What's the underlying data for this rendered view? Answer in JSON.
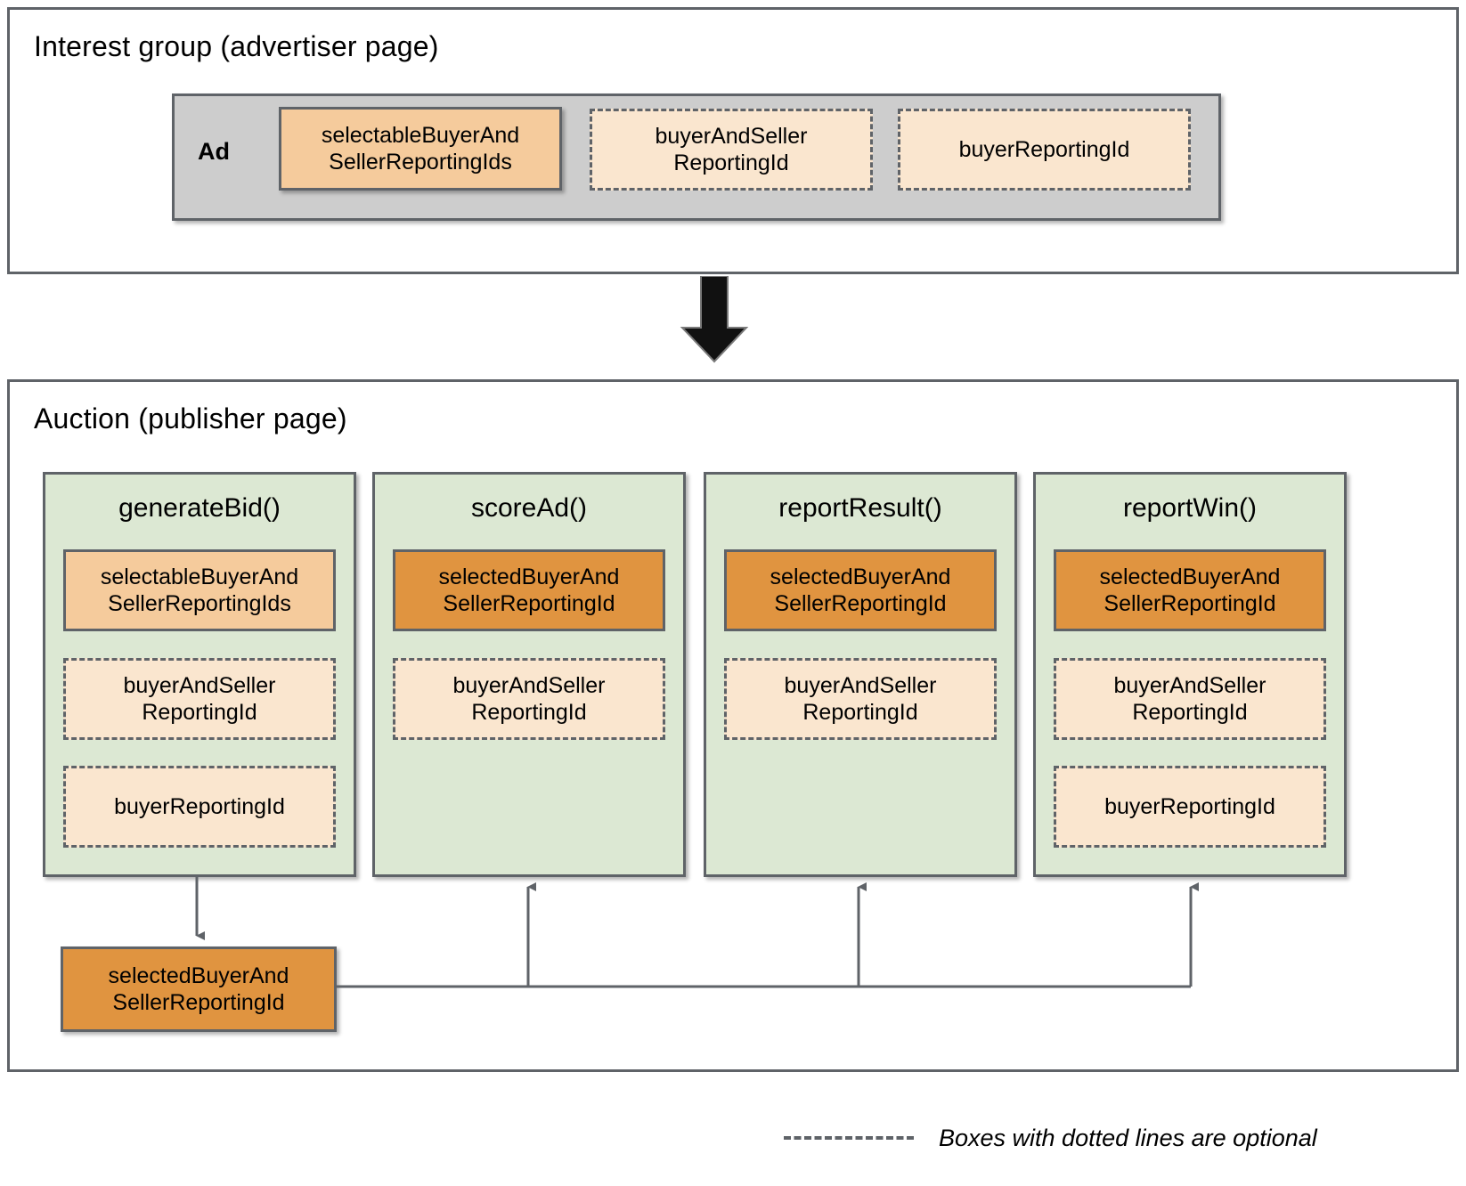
{
  "sections": {
    "interest_group": {
      "title": "Interest group (advertiser page)",
      "ad_label": "Ad",
      "boxes": [
        {
          "label": "selectableBuyerAndSellerReportingIds",
          "line1": "selectableBuyerAnd",
          "line2": "SellerReportingIds",
          "style": "solid",
          "fill": "mid-orange"
        },
        {
          "label": "buyerAndSellerReportingId",
          "line1": "buyerAndSeller",
          "line2": "ReportingId",
          "style": "dashed",
          "fill": "pale-orange"
        },
        {
          "label": "buyerReportingId",
          "line1": "buyerReportingId",
          "line2": "",
          "style": "dashed",
          "fill": "pale-orange"
        }
      ]
    },
    "auction": {
      "title": "Auction (publisher page)",
      "columns": [
        {
          "title": "generateBid()",
          "boxes": [
            {
              "line1": "selectableBuyerAnd",
              "line2": "SellerReportingIds",
              "style": "solid",
              "fill": "mid-orange"
            },
            {
              "line1": "buyerAndSeller",
              "line2": "ReportingId",
              "style": "dashed",
              "fill": "pale-orange"
            },
            {
              "line1": "buyerReportingId",
              "line2": "",
              "style": "dashed",
              "fill": "pale-orange"
            }
          ]
        },
        {
          "title": "scoreAd()",
          "boxes": [
            {
              "line1": "selectedBuyerAnd",
              "line2": "SellerReportingId",
              "style": "solid",
              "fill": "dark-orange"
            },
            {
              "line1": "buyerAndSeller",
              "line2": "ReportingId",
              "style": "dashed",
              "fill": "pale-orange"
            }
          ]
        },
        {
          "title": "reportResult()",
          "boxes": [
            {
              "line1": "selectedBuyerAnd",
              "line2": "SellerReportingId",
              "style": "solid",
              "fill": "dark-orange"
            },
            {
              "line1": "buyerAndSeller",
              "line2": "ReportingId",
              "style": "dashed",
              "fill": "pale-orange"
            }
          ]
        },
        {
          "title": "reportWin()",
          "boxes": [
            {
              "line1": "selectedBuyerAnd",
              "line2": "SellerReportingId",
              "style": "solid",
              "fill": "dark-orange"
            },
            {
              "line1": "buyerAndSeller",
              "line2": "ReportingId",
              "style": "dashed",
              "fill": "pale-orange"
            },
            {
              "line1": "buyerReportingId",
              "line2": "",
              "style": "dashed",
              "fill": "pale-orange"
            }
          ]
        }
      ],
      "output_box": {
        "line1": "selectedBuyerAnd",
        "line2": "SellerReportingId",
        "fill": "dark-orange"
      }
    }
  },
  "legend": {
    "text": "Boxes with dotted lines are optional"
  },
  "colors": {
    "dark_orange": "#E09440",
    "mid_orange": "#F5CB9C",
    "pale_orange": "#FAE6CF",
    "green_panel": "#DCE8D3",
    "gray_panel": "#CDCDCD",
    "border_gray": "#5f6368",
    "arrow_black": "#111111"
  }
}
